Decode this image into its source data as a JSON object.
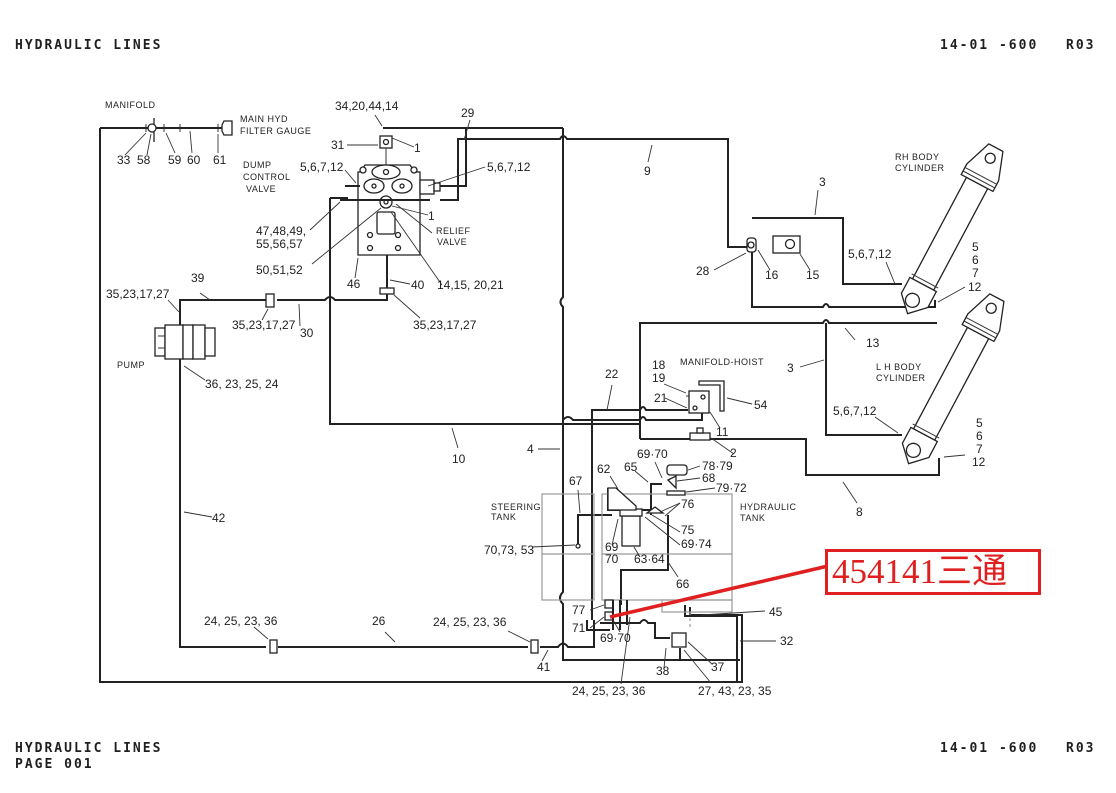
{
  "header": {
    "title": "HYDRAULIC LINES",
    "doc_ref": "14-01 -600",
    "revision": "R03"
  },
  "footer": {
    "title": "HYDRAULIC LINES",
    "page": "PAGE 001",
    "doc_ref": "14-01 -600",
    "revision": "R03"
  },
  "annotation": {
    "text": "454141三通",
    "color": "#e02020",
    "points_to": "71"
  },
  "components": {
    "manifold": "MANIFOLD",
    "filter_gauge": [
      "MAIN HYD",
      "FILTER GAUGE"
    ],
    "dump_valve": [
      "DUMP",
      "CONTROL",
      "VALVE"
    ],
    "relief_valve": [
      "RELIEF",
      "VALVE"
    ],
    "pump": "PUMP",
    "rh_cylinder": [
      "RH BODY",
      "CYLINDER"
    ],
    "lh_cylinder": [
      "L H BODY",
      "CYLINDER"
    ],
    "manifold_hoist": "MANIFOLD-HOIST",
    "steering_tank": [
      "STEERING",
      "TANK"
    ],
    "hydraulic_tank": [
      "HYDRAULIC",
      "TANK"
    ]
  },
  "callouts": {
    "c33": "33",
    "c58": "58",
    "c59": "59",
    "c60": "60",
    "c61": "61",
    "c34_20_44_14": "34,20,44,14",
    "c29": "29",
    "c31": "31",
    "c1a": "1",
    "c1b": "1",
    "c5_6_7_12a": "5,6,7,12",
    "c5_6_7_12b": "5,6,7,12",
    "c47": "47,48,49,",
    "c55": "55,56,57",
    "c50_51_52": "50,51,52",
    "c46": "46",
    "c40": "40",
    "c14_15_20_21": "14,15, 20,21",
    "c9": "9",
    "c3a": "3",
    "c28": "28",
    "c16": "16",
    "c15": "15",
    "c5_6_7_12c": "5,6,7,12",
    "c5v": "5",
    "c6v": "6",
    "c7v": "7",
    "c12v": "12",
    "c13": "13",
    "c3b": "3",
    "c5_6_7_12d": "5,6,7,12",
    "c5w": "5",
    "c6w": "6",
    "c7w": "7",
    "c12w": "12",
    "c39": "39",
    "c35_23_17_27a": "35,23,17,27",
    "c35_23_17_27b": "35,23,17,27",
    "c35_23_17_27c": "35,23,17,27",
    "c30": "30",
    "c36_23_25_24": "36, 23, 25, 24",
    "c18": "18",
    "c19": "19",
    "c21": "21",
    "c11": "11",
    "c54": "54",
    "c22": "22",
    "c2": "2",
    "c10": "10",
    "c4": "4",
    "c8": "8",
    "c69_70a": "69·70",
    "c78_79": "78·79",
    "c68": "68",
    "c79_72": "79·72",
    "c65": "65",
    "c62": "62",
    "c76": "76",
    "c75": "75",
    "c69_74": "69·74",
    "c67": "67",
    "c69": "69",
    "c70": "70",
    "c63_64": "63·64",
    "c66": "66",
    "c70_73_53": "70,73, 53",
    "c42": "42",
    "c77": "77",
    "c71": "71",
    "c69_70b": "69·70",
    "c45": "45",
    "c32": "32",
    "c24_25_23_36a": "24, 25, 23, 36",
    "c26": "26",
    "c24_25_23_36b": "24, 25, 23, 36",
    "c41": "41",
    "c38": "38",
    "c37": "37",
    "c24_25_23_36c": "24, 25, 23, 36",
    "c27_43_23_35": "27, 43, 23, 35"
  }
}
